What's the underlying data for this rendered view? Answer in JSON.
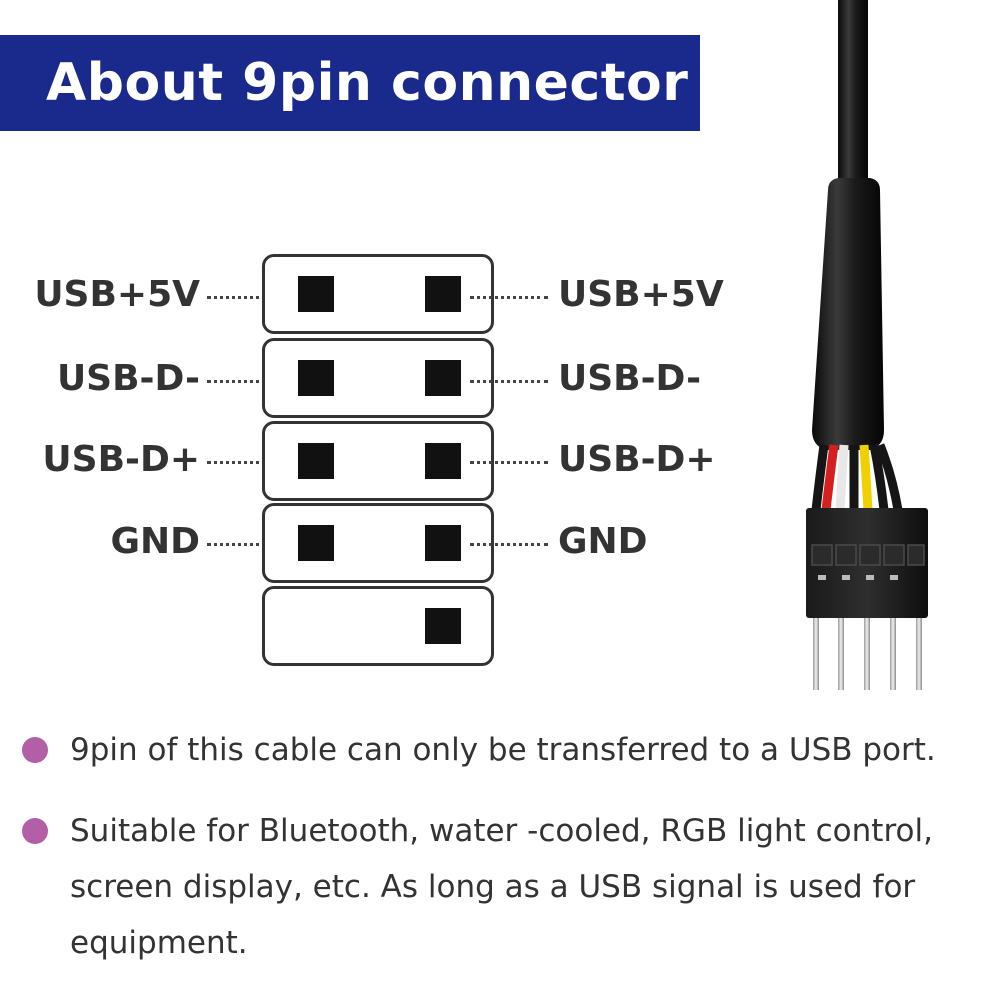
{
  "title": "About 9pin connector",
  "pin_rows": [
    {
      "left_label": "USB+5V",
      "right_label": "USB+5V",
      "left_pin": true,
      "right_pin": true
    },
    {
      "left_label": "USB-D-",
      "right_label": "USB-D-",
      "left_pin": true,
      "right_pin": true
    },
    {
      "left_label": "USB-D+",
      "right_label": "USB-D+",
      "left_pin": true,
      "right_pin": true
    },
    {
      "left_label": "GND",
      "right_label": "GND",
      "left_pin": true,
      "right_pin": true
    },
    {
      "left_label": "",
      "right_label": "",
      "left_pin": false,
      "right_pin": true
    }
  ],
  "notes": [
    "9pin of this cable can only be transferred to a USB port.",
    "Suitable for Bluetooth, water -cooled, RGB light control, screen display, etc. As long as a USB signal is used for equipment."
  ],
  "colors": {
    "banner": "#1a2a8c",
    "bullet": "#b25fa8",
    "wire_red": "#d42020",
    "wire_white": "#f2f2f2",
    "wire_yellow": "#f0d000",
    "wire_black": "#151515"
  }
}
